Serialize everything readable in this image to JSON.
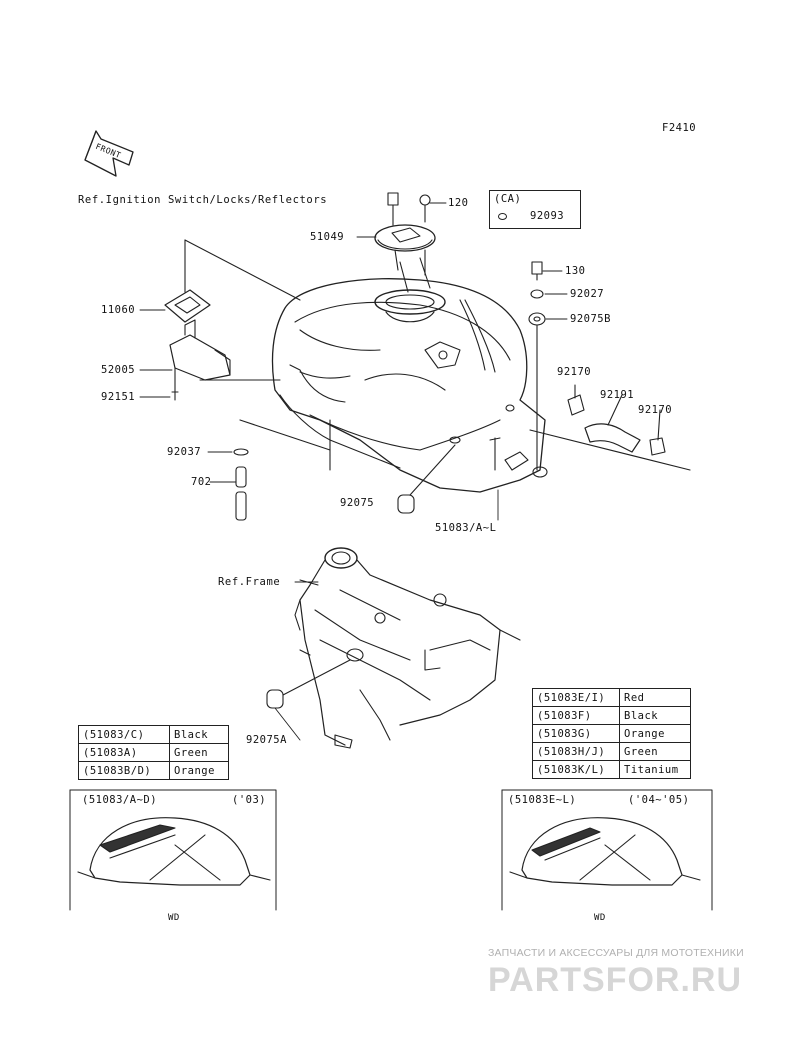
{
  "figure_code": "F2410",
  "front_label": "FRONT",
  "refs": {
    "ignition": "Ref.Ignition Switch/Locks/Reflectors",
    "frame": "Ref.Frame"
  },
  "ca_box": {
    "title": "(CA)",
    "part": "92093"
  },
  "parts": {
    "p120": "120",
    "p51049": "51049",
    "p130": "130",
    "p92027": "92027",
    "p92075b": "92075B",
    "p11060": "11060",
    "p52005": "52005",
    "p92151": "92151",
    "p92170a": "92170",
    "p92191": "92191",
    "p92170b": "92170",
    "p92037": "92037",
    "p702": "702",
    "p92075": "92075",
    "p51083": "51083/A~L",
    "p92075a": "92075A"
  },
  "color_table_left": [
    {
      "code": "(51083/C)",
      "color": "Black"
    },
    {
      "code": "(51083A)",
      "color": "Green"
    },
    {
      "code": "(51083B/D)",
      "color": "Orange"
    }
  ],
  "color_table_right": [
    {
      "code": "(51083E/I)",
      "color": "Red"
    },
    {
      "code": "(51083F)",
      "color": "Black"
    },
    {
      "code": "(51083G)",
      "color": "Orange"
    },
    {
      "code": "(51083H/J)",
      "color": "Green"
    },
    {
      "code": "(51083K/L)",
      "color": "Titanium"
    }
  ],
  "inset_left": {
    "parts": "(51083/A~D)",
    "year": "('03)",
    "caption": "WD"
  },
  "inset_right": {
    "parts": "(51083E~L)",
    "year": "('04~'05)",
    "caption": "WD"
  },
  "watermark": {
    "tagline": "ЗАПЧАСТИ И АКСЕССУАРЫ ДЛЯ МОТОТЕХНИКИ",
    "brand": "PARTSFOR.RU"
  },
  "colors": {
    "ink": "#111111",
    "watermark": "#d6d6d6"
  }
}
